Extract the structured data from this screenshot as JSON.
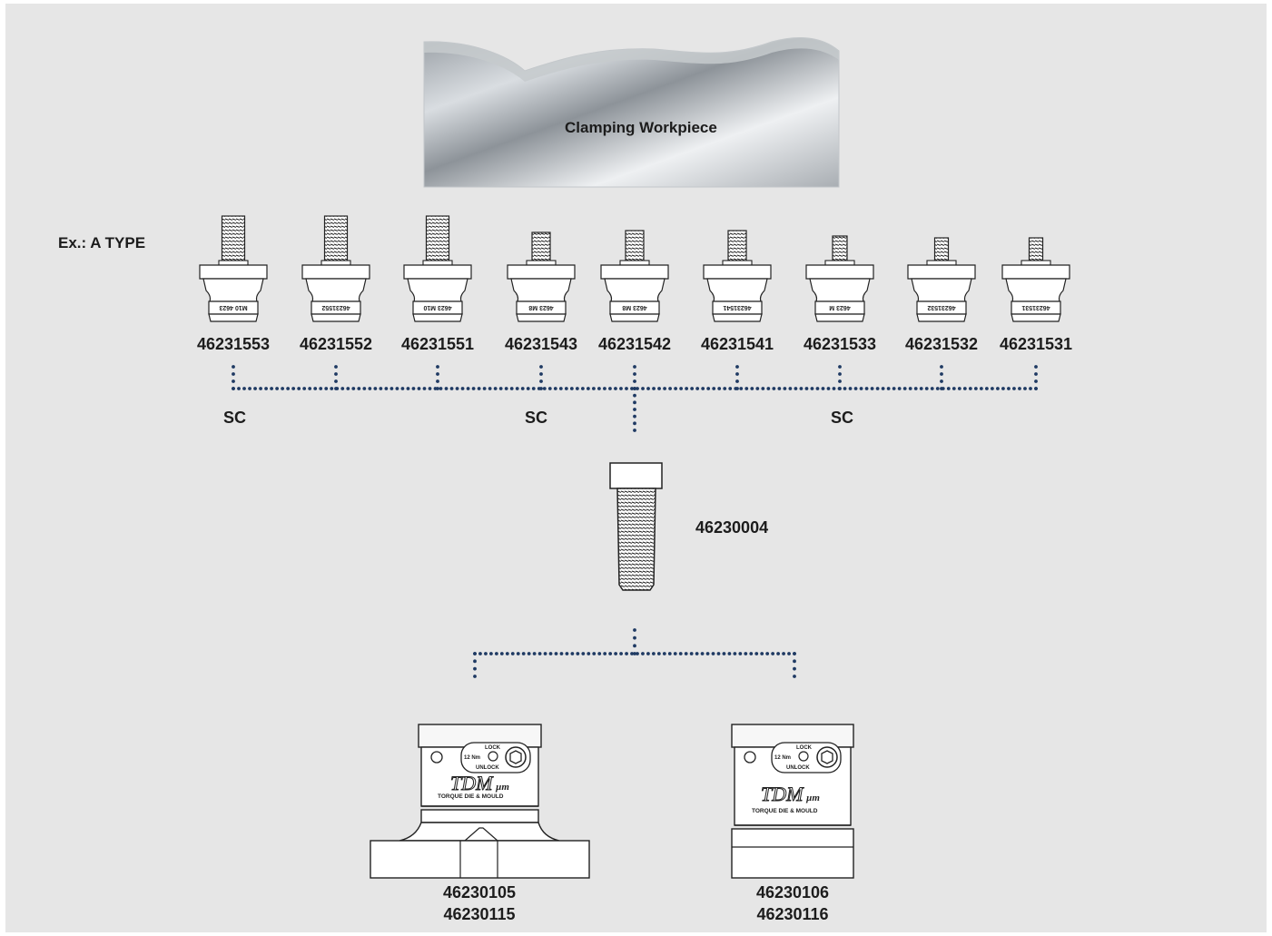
{
  "workpiece": {
    "label": "Clamping Workpiece"
  },
  "type_label": "Ex.: A TYPE",
  "pins": [
    {
      "part": "46231553",
      "stamp": "M10  4623"
    },
    {
      "part": "46231552",
      "stamp": "46231552"
    },
    {
      "part": "46231551",
      "stamp": "4623  M10"
    },
    {
      "part": "46231543",
      "stamp": "4623  M8"
    },
    {
      "part": "46231542",
      "stamp": "4623  M8"
    },
    {
      "part": "46231541",
      "stamp": "46231541"
    },
    {
      "part": "46231533",
      "stamp": "4623  M"
    },
    {
      "part": "46231532",
      "stamp": "46231532"
    },
    {
      "part": "46231531",
      "stamp": "46231531"
    }
  ],
  "sc_labels": [
    "SC",
    "SC",
    "SC"
  ],
  "screw": {
    "part": "46230004"
  },
  "clamps": [
    {
      "parts": [
        "46230105",
        "46230115"
      ],
      "brand": "TDM",
      "brand_suffix": "µm",
      "brand_text": "TORQUE DIE & MOULD",
      "torque": "12 Nm",
      "lock": "LOCK",
      "unlock": "UNLOCK"
    },
    {
      "parts": [
        "46230106",
        "46230116"
      ],
      "brand": "TDM",
      "brand_suffix": "µm",
      "brand_text": "TORQUE DIE & MOULD",
      "torque": "12 Nm",
      "lock": "LOCK",
      "unlock": "UNLOCK"
    }
  ],
  "colors": {
    "background": "#e6e6e6",
    "connector": "#1f3a63",
    "text": "#1c1c1c"
  }
}
